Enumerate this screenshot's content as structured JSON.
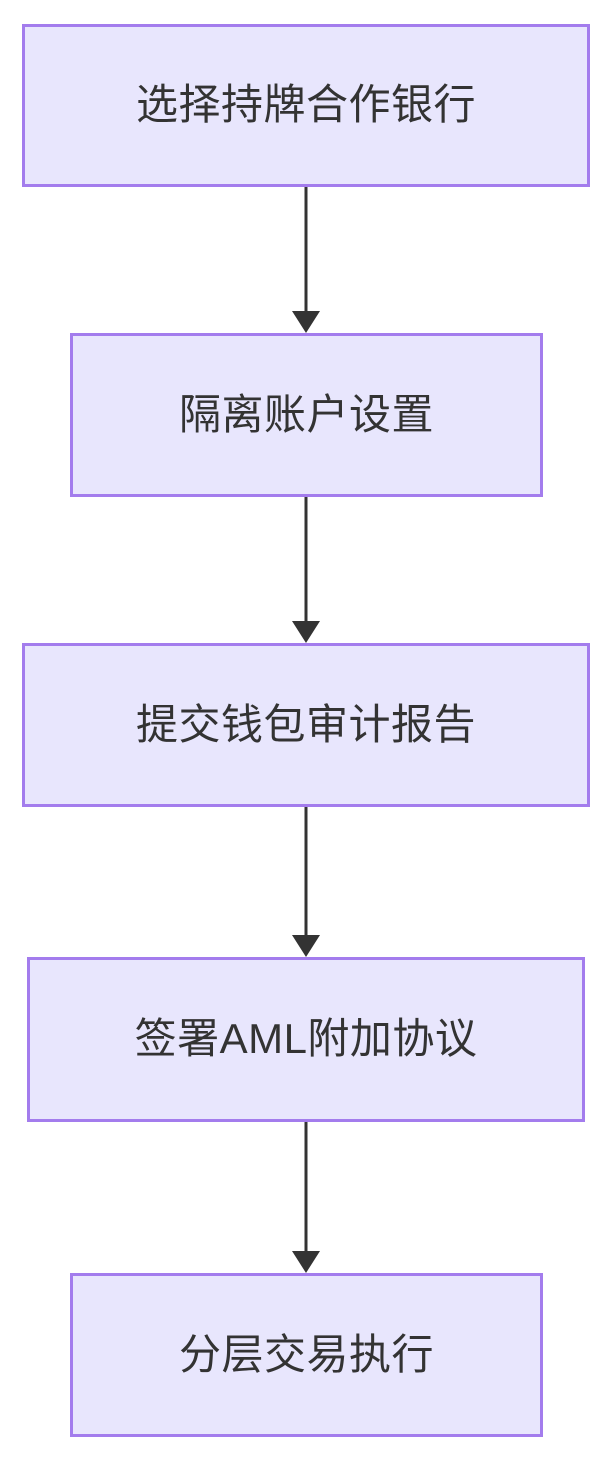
{
  "diagram": {
    "type": "flowchart",
    "orientation": "top-to-bottom",
    "title": "",
    "colors": {
      "node_fill": "#e8e6fd",
      "node_border": "#a37ced",
      "text": "#333333",
      "edge": "#333333",
      "background": "#ffffff"
    },
    "nodes": [
      {
        "id": "node-1",
        "label": "选择持牌合作银行",
        "shape": "rectangle"
      },
      {
        "id": "node-2",
        "label": "隔离账户设置",
        "shape": "rectangle"
      },
      {
        "id": "node-3",
        "label": "提交钱包审计报告",
        "shape": "rectangle"
      },
      {
        "id": "node-4",
        "label": "签署AML附加协议",
        "shape": "rectangle"
      },
      {
        "id": "node-5",
        "label": "分层交易执行",
        "shape": "rectangle"
      }
    ],
    "edges": [
      {
        "from": "node-1",
        "to": "node-2",
        "label": "",
        "arrow": "single"
      },
      {
        "from": "node-2",
        "to": "node-3",
        "label": "",
        "arrow": "single"
      },
      {
        "from": "node-3",
        "to": "node-4",
        "label": "",
        "arrow": "single"
      },
      {
        "from": "node-4",
        "to": "node-5",
        "label": "",
        "arrow": "single"
      }
    ]
  }
}
